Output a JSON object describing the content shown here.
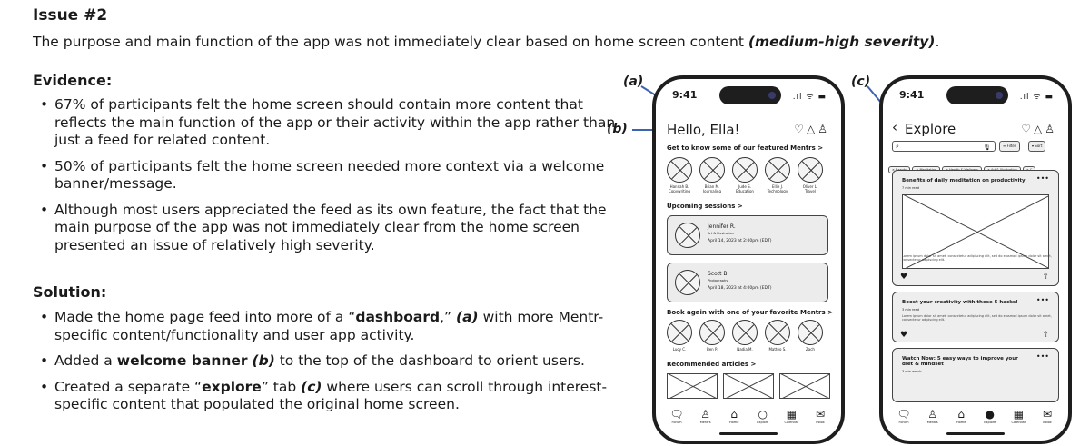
{
  "title": "Issue #2",
  "problem": {
    "text": "The purpose and main function of the app was not immediately clear based on home screen content ",
    "severity": "(medium-high severity)",
    "end": "."
  },
  "evidence": {
    "heading": "Evidence:",
    "items": [
      "67% of participants felt the home screen should contain more content that reflects the main function of the app or their activity within the app rather than just a feed for related content.",
      "50% of participants felt the home screen needed more context via a welcome banner/message.",
      "Although most users appreciated the feed as its own feature, the fact that the main purpose of the app was not immediately clear from the home screen presented an issue of relatively high severity."
    ]
  },
  "solution": {
    "heading": "Solution:",
    "items": [
      {
        "pre": "Made the home page feed into more of a “",
        "bold": "dashboard",
        "mid": ",” ",
        "ref": "(a)",
        "post": " with more Mentr-specific content/functionality and user app activity."
      },
      {
        "pre": "Added a ",
        "bold": "welcome banner",
        "mid": " ",
        "ref": "(b)",
        "post": " to the top of the dashboard to orient users."
      },
      {
        "pre": "Created a separate “",
        "bold": "explore",
        "mid": "” tab ",
        "ref": "(c)",
        "post": " where users can scroll through interest-specific content that populated the original home screen."
      }
    ]
  },
  "callouts": {
    "a": "(a)",
    "b": "(b)",
    "c": "(c)",
    "color": "#3c64b0"
  },
  "phone_home": {
    "time": "9:41",
    "greeting": "Hello, Ella!",
    "featured_label": "Get to know some of our featured Mentrs  >",
    "mentors": [
      {
        "name": "Hannah B.",
        "role": "Copywriting"
      },
      {
        "name": "Brian M.",
        "role": "Journaling"
      },
      {
        "name": "Jude S.",
        "role": "Education"
      },
      {
        "name": "Ellie J.",
        "role": "Technology"
      },
      {
        "name": "Oliver L.",
        "role": "Travel"
      }
    ],
    "upcoming_label": "Upcoming sessions  >",
    "sessions": [
      {
        "name": "Jennifer R.",
        "role": "Art & Illustration",
        "date": "April 14, 2023 at 2:00pm (EDT)"
      },
      {
        "name": "Scott B.",
        "role": "Photography",
        "date": "April 18, 2023 at 4:00pm (EDT)"
      }
    ],
    "book_label": "Book again with one of your favorite Mentrs  >",
    "favorites": [
      "Lucy C.",
      "Ben P.",
      "Nadia M.",
      "Matteo S.",
      "Zach"
    ],
    "articles_label": "Recommended articles  >",
    "tabs": [
      "Forum",
      "Mentrs",
      "Home",
      "Explore",
      "Calendar",
      "Inbox"
    ]
  },
  "phone_explore": {
    "time": "9:41",
    "title": "Explore",
    "filter": "Filter",
    "sort": "Sort",
    "chips": [
      "Beauty",
      "Meditation",
      "Health & Wellness",
      "Art & Illustration",
      "C"
    ],
    "cards": [
      {
        "title": "Benefits of daily meditation on productivity",
        "meta": "7 min read",
        "body": "Lorem ipsum dolor sit amet, consectetur adipiscing elit, sed do eiusmod ipsum dolor sit amet, consectetur adipiscing elit."
      },
      {
        "title": "Boost your creativity with these 5 hacks!",
        "meta": "3 min read",
        "body": "Lorem ipsum dolor sit amet, consectetur adipiscing elit, sed do eiusmod ipsum dolor sit amet, consectetur adipiscing elit."
      },
      {
        "title": "Watch Now: 5 easy ways to improve your diet & mindset",
        "meta": "3 min watch"
      }
    ],
    "tabs": [
      "Forum",
      "Mentrs",
      "Home",
      "Explore",
      "Calendar",
      "Inbox"
    ]
  }
}
